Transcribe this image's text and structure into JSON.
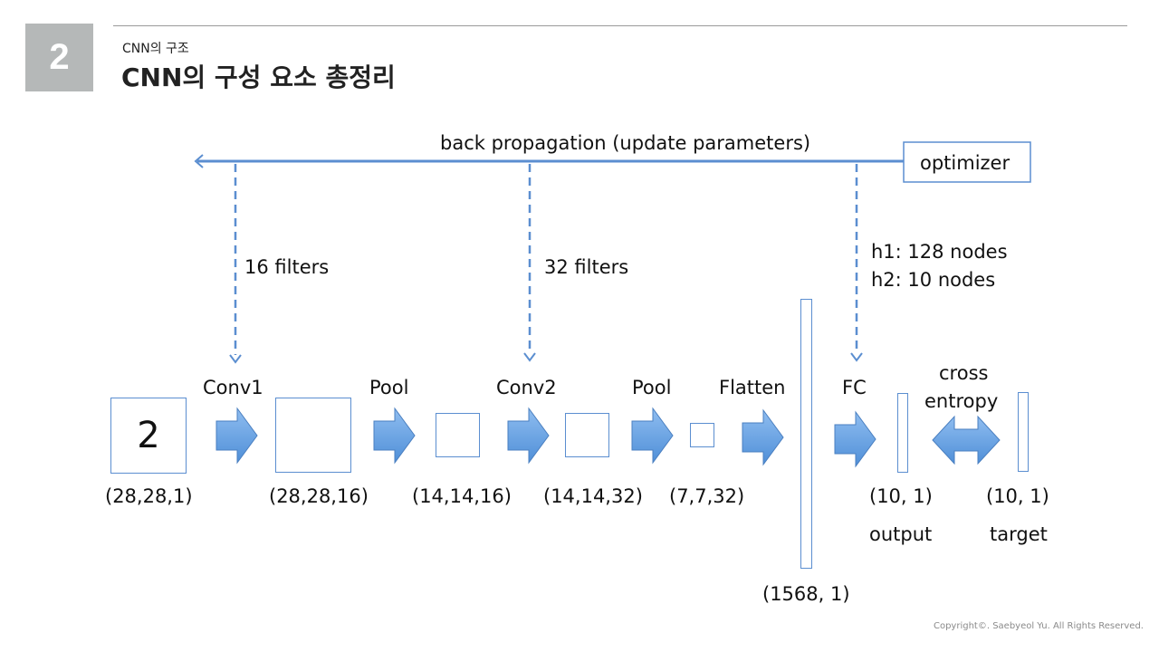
{
  "header": {
    "section_number": "2",
    "subtitle": "CNN의 구조",
    "title": "CNN의 구성 요소 총정리"
  },
  "diagram": {
    "backprop_label": "back propagation (update parameters)",
    "optimizer_label": "optimizer",
    "filters_1": "16 filters",
    "filters_2": "32 filters",
    "fc_nodes_1": "h1: 128 nodes",
    "fc_nodes_2": "h2: 10 nodes",
    "input_digit": "2",
    "stages": {
      "conv1": "Conv1",
      "pool1": "Pool",
      "conv2": "Conv2",
      "pool2": "Pool",
      "flatten": "Flatten",
      "fc": "FC",
      "loss_line1": "cross",
      "loss_line2": "entropy"
    },
    "shapes": {
      "input": "(28,28,1)",
      "conv1_out": "(28,28,16)",
      "pool1_out": "(14,14,16)",
      "conv2_out": "(14,14,32)",
      "pool2_out": "(7,7,32)",
      "flatten_out": "(1568, 1)",
      "output": "(10, 1)",
      "target": "(10, 1)"
    },
    "output_label": "output",
    "target_label": "target",
    "colors": {
      "line": "#5b8ed0",
      "arrow_fill": "#6aa4e6",
      "arrow_stroke": "#4a7fc0"
    }
  },
  "footer": {
    "copyright": "Copyright©. Saebyeol Yu. All Rights Reserved."
  }
}
